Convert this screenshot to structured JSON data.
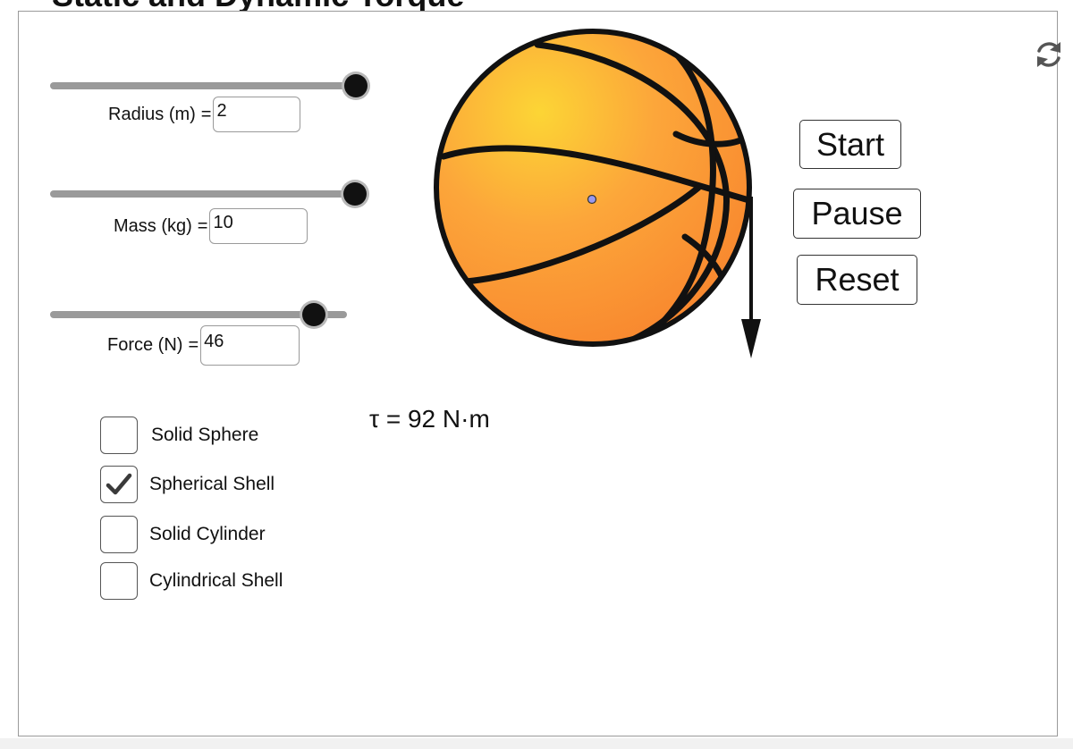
{
  "header": {
    "title": "Static and Dynamic Torque"
  },
  "controls": {
    "radius": {
      "label": "Radius (m)",
      "value": "2",
      "slider_fraction": 1.0
    },
    "mass": {
      "label": "Mass (kg)",
      "value": "10",
      "slider_fraction": 1.0
    },
    "force": {
      "label": "Force (N)",
      "value": "46",
      "slider_fraction": 0.89
    },
    "equals": "="
  },
  "buttons": {
    "start": "Start",
    "pause": "Pause",
    "reset": "Reset"
  },
  "shapes": [
    {
      "label": "Solid Sphere",
      "checked": false
    },
    {
      "label": "Spherical Shell",
      "checked": true
    },
    {
      "label": "Solid Cylinder",
      "checked": false
    },
    {
      "label": "Cylindrical Shell",
      "checked": false
    }
  ],
  "torque_readout": "τ = 92 N·m",
  "icons": {
    "refresh": "refresh-icon",
    "checkmark": "checkmark-icon"
  },
  "colors": {
    "ball_highlight": "#FCD535",
    "ball_mid": "#FCA63A",
    "ball_edge": "#F8862E",
    "seams": "#111111",
    "slider_track": "#9A9A9A",
    "center_point": "#9999EE"
  }
}
